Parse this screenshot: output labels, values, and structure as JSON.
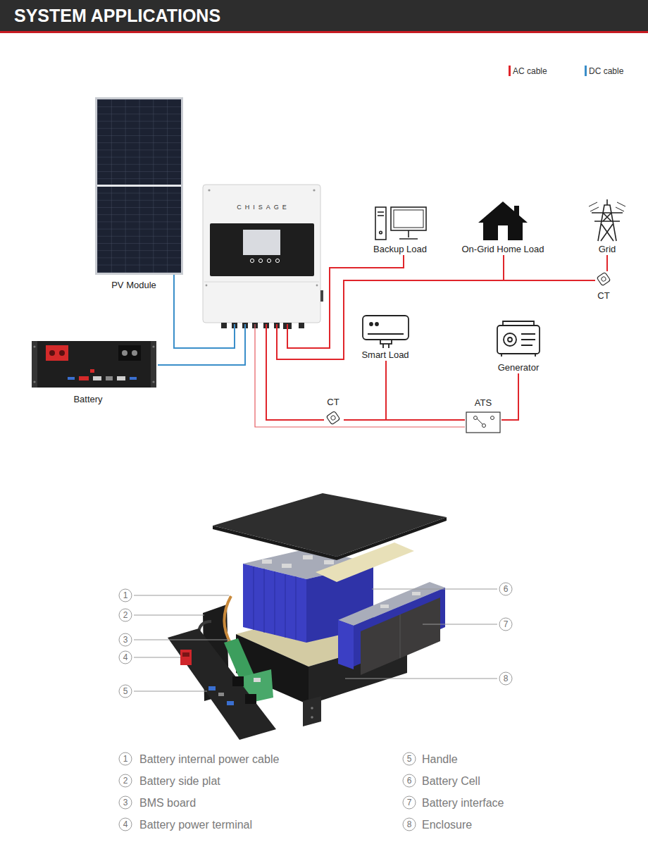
{
  "diagram": {
    "title": "SYSTEM APPLICATIONS",
    "nodes": [
      {
        "text": [
          "PV Module"
        ]
      },
      {
        "text": [
          "CHISAGE"
        ]
      },
      {
        "text": [
          "Backup Load"
        ]
      },
      {
        "text": [
          "On-Grid Home Load"
        ]
      },
      {
        "text": [
          "Grid"
        ]
      },
      {
        "text": [
          "CT"
        ]
      },
      {
        "text": [
          "Battery"
        ]
      },
      {
        "text": [
          "Smart Load"
        ]
      },
      {
        "text": [
          "Generator"
        ]
      },
      {
        "text": [
          "CT"
        ]
      },
      {
        "text": [
          "ATS"
        ]
      }
    ],
    "edges": [
      {
        "from": 0,
        "to": 1,
        "arrow": "none"
      },
      {
        "from": 6,
        "to": 1,
        "arrow": "none"
      },
      {
        "from": 1,
        "to": 2,
        "arrow": "none"
      },
      {
        "from": 1,
        "to": 3,
        "arrow": "none"
      },
      {
        "from": 1,
        "to": 5,
        "arrow": "none"
      },
      {
        "from": 5,
        "to": 4,
        "arrow": "none"
      },
      {
        "from": 1,
        "to": 9,
        "arrow": "none"
      },
      {
        "from": 9,
        "to": 7,
        "arrow": "none"
      },
      {
        "from": 9,
        "to": 10,
        "arrow": "none"
      },
      {
        "from": 1,
        "to": 10,
        "arrow": "none"
      },
      {
        "from": 8,
        "to": 10,
        "arrow": "none"
      }
    ],
    "labels": [
      "1",
      "2",
      "3",
      "4",
      "5",
      "6",
      "7",
      "8",
      "1",
      "Battery internal power cable",
      "5",
      "Handle",
      "2",
      "Battery side plat",
      "6",
      "Battery Cell",
      "3",
      "BMS board",
      "7",
      "Battery interface",
      "4",
      "Battery power terminal",
      "8",
      "Enclosure"
    ],
    "legend": [
      {
        "text": "AC cable",
        "color": "#e0252b"
      },
      {
        "text": "DC cable",
        "color": "#3a8ec9"
      }
    ]
  }
}
